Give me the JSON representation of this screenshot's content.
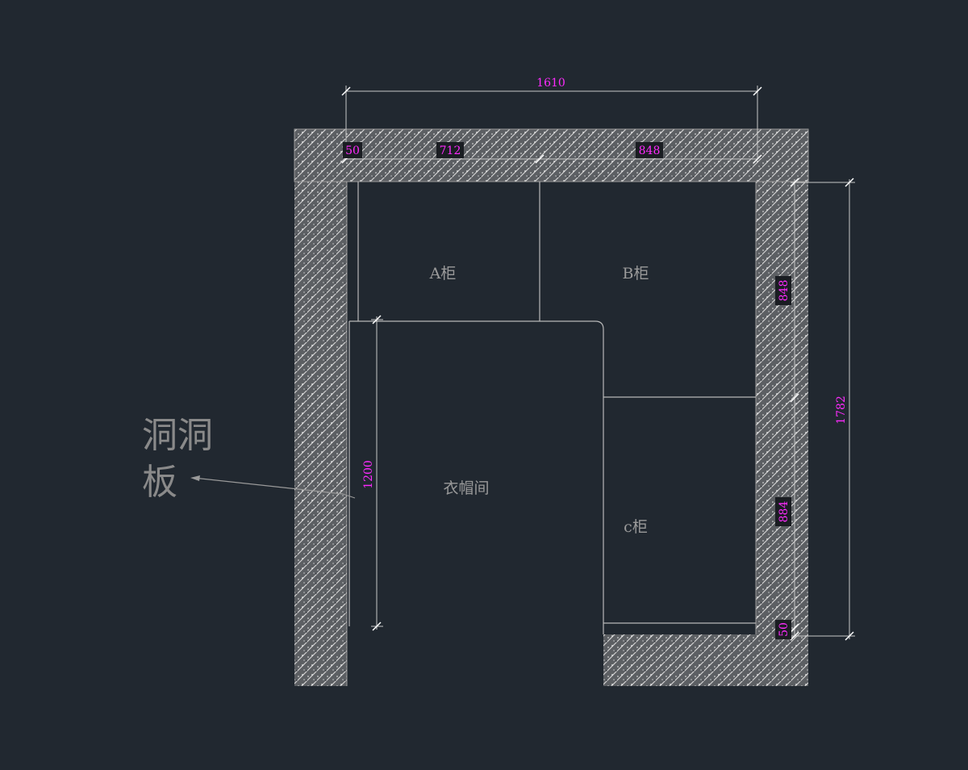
{
  "drawing": {
    "background": "#212830",
    "dimension_color": "#ff2bff",
    "label_color": "#9a9a9a",
    "wall_pattern": "hatched-concrete"
  },
  "dimensions": {
    "overall_width": "1610",
    "top_left_wall": "50",
    "cabinet_a_width": "712",
    "cabinet_b_width": "848",
    "overall_height": "1782",
    "cabinet_b_depth": "848",
    "cabinet_c_depth": "884",
    "bottom_wall": "50",
    "opening_height": "1200"
  },
  "rooms": {
    "cabinet_a": "A柜",
    "cabinet_b": "B柜",
    "cabinet_c": "c柜",
    "closet": "衣帽间"
  },
  "annotation": {
    "line1": "洞洞",
    "line2": "板"
  }
}
